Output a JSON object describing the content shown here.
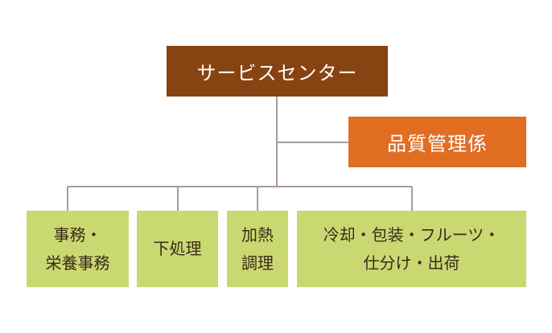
{
  "colors": {
    "root_fill": "#874311",
    "root_text": "#ffffff",
    "qa_fill": "#e16d23",
    "qa_text": "#ffffff",
    "leaf_fill": "#cad871",
    "leaf_text": "#3a2a1a",
    "connector": "#a89c97"
  },
  "root": {
    "label": "サービスセンター"
  },
  "quality_control": {
    "label": "品質管理係"
  },
  "sections": [
    {
      "lines": [
        "事務・",
        "栄養事務"
      ]
    },
    {
      "lines": [
        "下処理"
      ]
    },
    {
      "lines": [
        "加熱",
        "調理"
      ]
    },
    {
      "lines": [
        "冷却・包装・フルーツ・",
        "仕分け・出荷"
      ]
    }
  ]
}
